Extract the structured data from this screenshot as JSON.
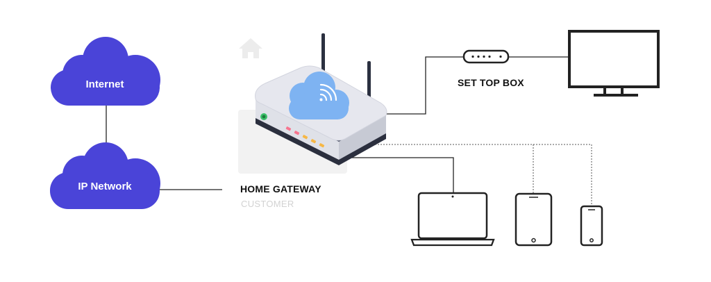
{
  "nodes": {
    "internet": {
      "label": "Internet"
    },
    "ip_network": {
      "label": "IP Network"
    },
    "home_gateway": {
      "label": "HOME GATEWAY",
      "sublabel": "CUSTOMER"
    },
    "set_top_box": {
      "label": "SET TOP BOX"
    }
  },
  "icons": {
    "house": "home-icon",
    "wifi": "wifi-icon",
    "tv": "tv-icon",
    "laptop": "laptop-icon",
    "tablet": "tablet-icon",
    "phone": "smartphone-icon"
  },
  "colors": {
    "cloud": "#4a44d8",
    "router_cloud": "#7eb3f2",
    "line": "#222222",
    "faint_bg": "#f2f2f2"
  }
}
